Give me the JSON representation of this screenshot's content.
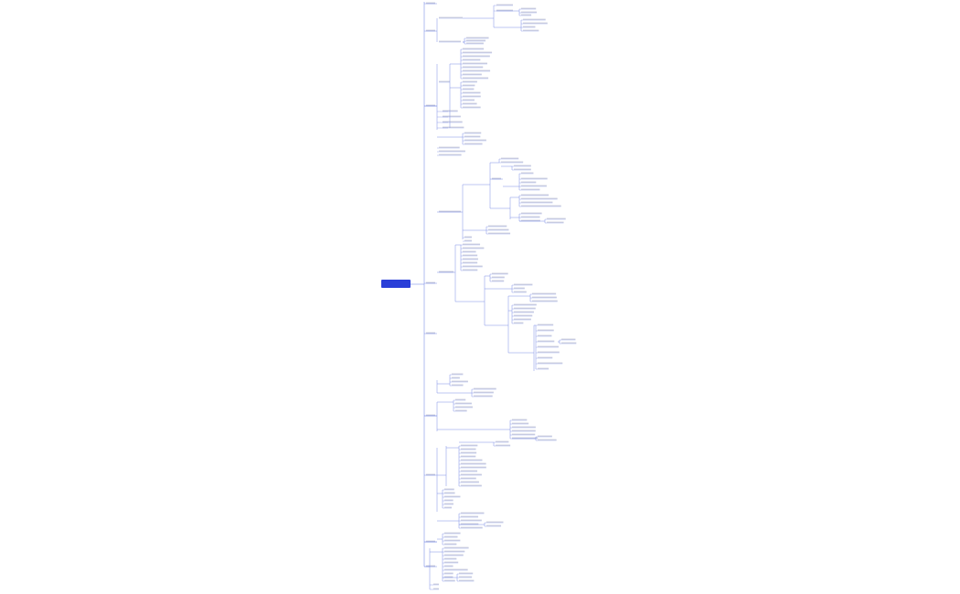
{
  "colors": {
    "root_fill": "#2a3fd8",
    "root_text": "#ffffff",
    "link": "#7f8fe6",
    "node_text": "#9aa0b8",
    "background": "#ffffff"
  },
  "root": {
    "line1": "",
    "line2": ""
  },
  "node_labels_note": "",
  "spine_nodes": [
    {
      "id": "n1",
      "label": ""
    },
    {
      "id": "n2",
      "label": ""
    },
    {
      "id": "n3",
      "label": ""
    },
    {
      "id": "n4",
      "label": ""
    },
    {
      "id": "n5",
      "label": ""
    },
    {
      "id": "n6",
      "label": ""
    },
    {
      "id": "n7",
      "label": ""
    }
  ]
}
